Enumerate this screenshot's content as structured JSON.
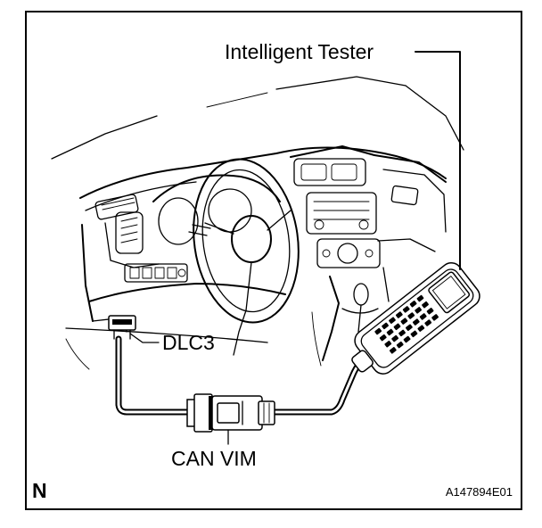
{
  "labels": {
    "tester": "Intelligent Tester",
    "dlc3": "DLC3",
    "can_vim": "CAN VIM",
    "orientation": "N",
    "figure_id": "A147894E01"
  }
}
